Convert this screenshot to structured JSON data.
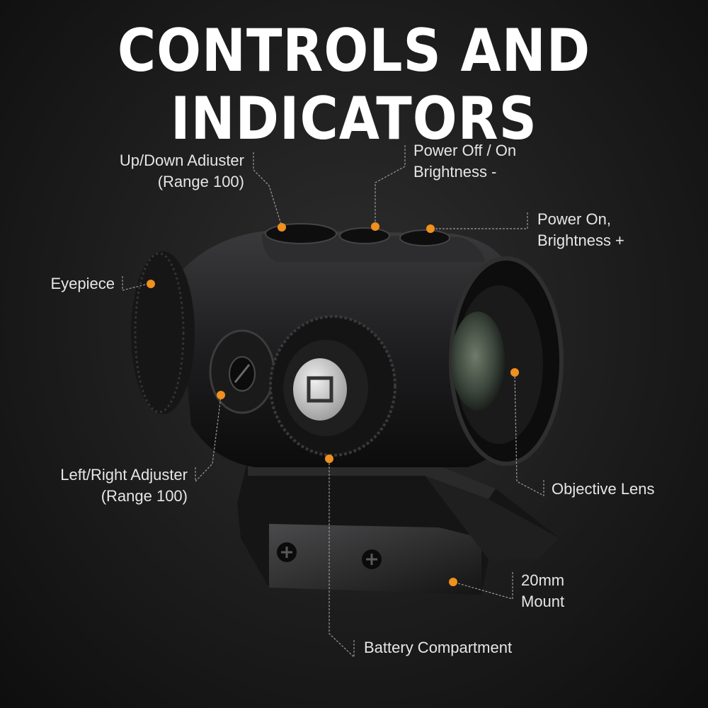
{
  "title": "CONTROLS AND INDICATORS",
  "callouts": {
    "up_down": {
      "line1": "Up/Down Adiuster",
      "line2": "(Range 100)"
    },
    "power_off": {
      "line1": "Power Off / On",
      "line2": "Brightness -"
    },
    "power_on": {
      "line1": "Power On,",
      "line2": "Brightness +"
    },
    "eyepiece": {
      "line1": "Eyepiece"
    },
    "left_right": {
      "line1": "Left/Right Adjuster",
      "line2": "(Range 100)"
    },
    "objective": {
      "line1": "Objective Lens"
    },
    "mount": {
      "line1": "20mm",
      "line2": "Mount"
    },
    "battery": {
      "line1": "Battery Compartment"
    }
  },
  "colors": {
    "accent": "#f0901e",
    "leader": "#9a9a9a"
  },
  "icons": {
    "logo": "brand-logo-icon"
  }
}
